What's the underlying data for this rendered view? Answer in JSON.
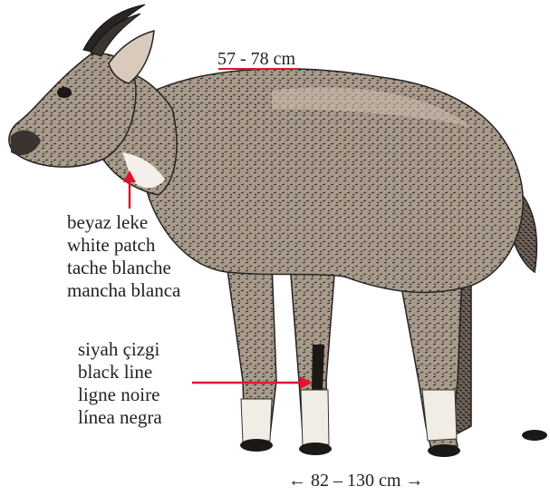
{
  "colors": {
    "accent_red": "#e0142e",
    "fur": "#a89a8a",
    "fur_light": "#c7baaa",
    "fur_dark": "#3a3330",
    "patch": "#f4efe8"
  },
  "annotations": {
    "height": {
      "text": "57 - 78 cm"
    },
    "white_patch": {
      "lines": [
        "beyaz leke",
        "white patch",
        "tache blanche",
        "mancha blanca"
      ]
    },
    "black_line": {
      "lines": [
        "siyah çizgi",
        "black line",
        "ligne noire",
        "línea negra"
      ]
    },
    "length": {
      "text": "← 82 – 130 cm →"
    }
  }
}
